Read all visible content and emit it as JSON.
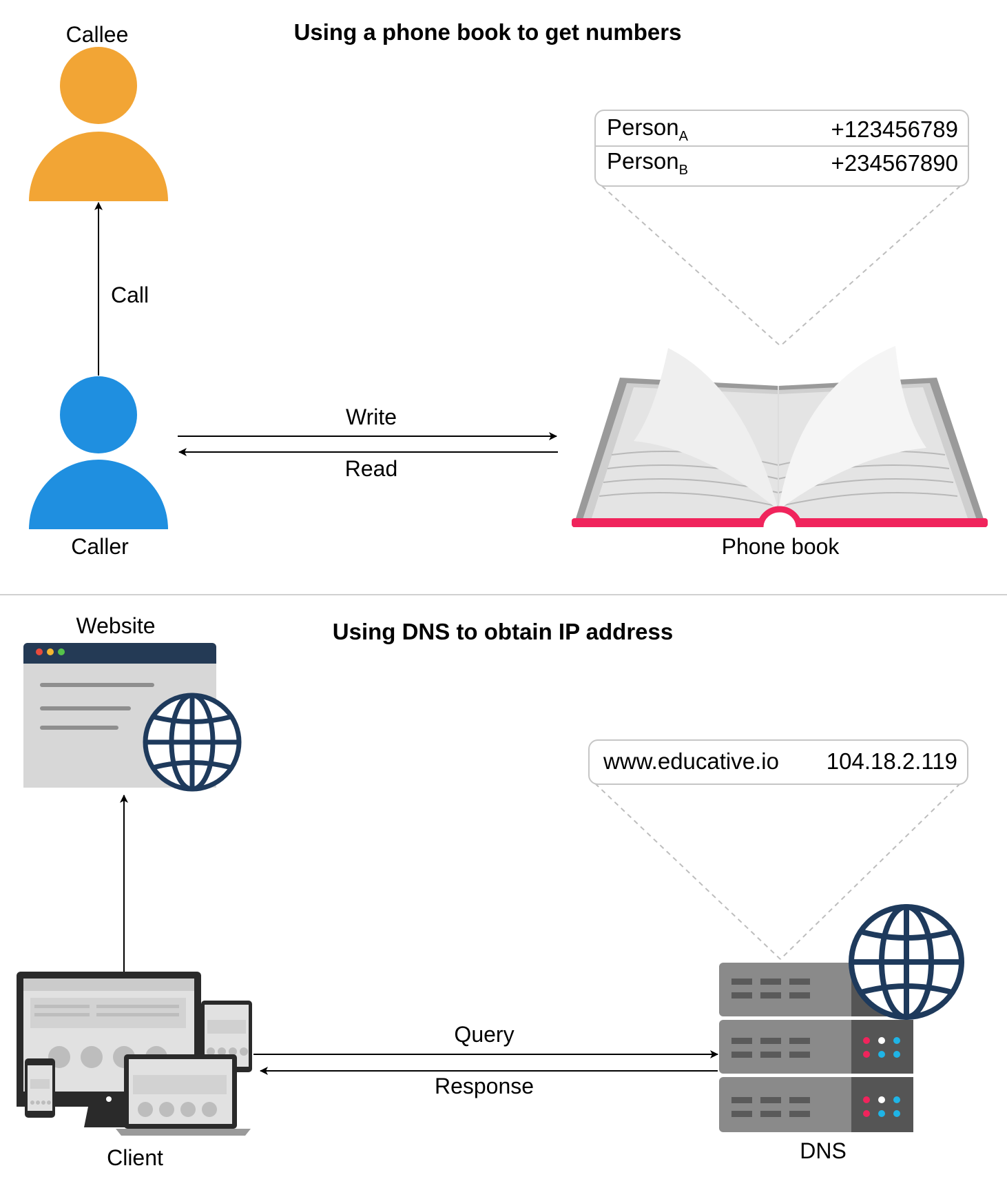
{
  "top": {
    "title": "Using a phone book to get numbers",
    "callee_label": "Callee",
    "caller_label": "Caller",
    "call_label": "Call",
    "write_label": "Write",
    "read_label": "Read",
    "phonebook_label": "Phone book",
    "entries": [
      {
        "name": "Person",
        "sub": "A",
        "number": "+123456789"
      },
      {
        "name": "Person",
        "sub": "B",
        "number": "+234567890"
      }
    ]
  },
  "bottom": {
    "title": "Using DNS to obtain IP address",
    "website_label": "Website",
    "client_label": "Client",
    "dns_label": "DNS",
    "query_label": "Query",
    "response_label": "Response",
    "record": {
      "domain": "www.educative.io",
      "ip": "104.18.2.119"
    }
  },
  "colors": {
    "callee": "#f2a535",
    "caller": "#1f8fe0",
    "book_spine": "#f0245c",
    "globe": "#1e3a5c",
    "server": "#8a8a8a",
    "dashed": "#bdbdbd"
  }
}
